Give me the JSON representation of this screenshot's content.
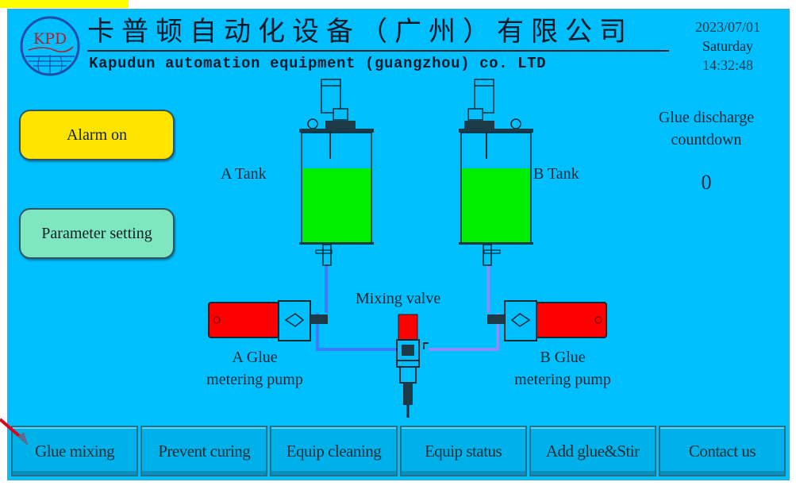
{
  "header": {
    "logo_text": "KPD",
    "title_cn": "卡普顿自动化设备（广州）有限公司",
    "title_en": "Kapudun automation equipment (guangzhou) co. LTD"
  },
  "datetime": {
    "date": "2023/07/01",
    "weekday": "Saturday",
    "time": "14:32:48"
  },
  "side_buttons": {
    "alarm": "Alarm on",
    "parameter": "Parameter setting"
  },
  "diagram": {
    "tank_a_label": "A Tank",
    "tank_b_label": "B Tank",
    "tank_a_level_pct": 68,
    "tank_b_level_pct": 68,
    "mixing_valve_label": "Mixing valve",
    "pump_a_label_line1": "A Glue",
    "pump_a_label_line2": "metering pump",
    "pump_b_label_line1": "B Glue",
    "pump_b_label_line2": "metering pump"
  },
  "countdown": {
    "label_line1": "Glue discharge",
    "label_line2": "countdown",
    "value": "0"
  },
  "nav": [
    {
      "label": "Glue mixing"
    },
    {
      "label": "Prevent curing"
    },
    {
      "label": "Equip cleaning"
    },
    {
      "label": "Equip status"
    },
    {
      "label": "Add glue&Stir"
    },
    {
      "label": "Contact us"
    }
  ],
  "colors": {
    "background": "#00bfff",
    "glue_fill": "#00ee00",
    "pump_body": "#ff0000",
    "alarm_button": "#ffe400",
    "parameter_button": "#7ee6c0",
    "pipe_a": "#3a7cff",
    "pipe_b": "#8a8cff"
  }
}
